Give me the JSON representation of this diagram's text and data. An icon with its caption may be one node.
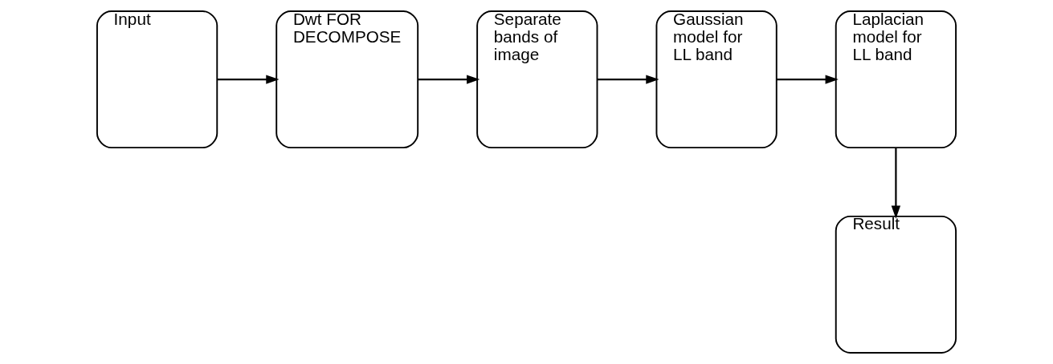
{
  "diagram": {
    "nodes": [
      {
        "text": [
          "Input"
        ]
      },
      {
        "text": [
          "Dwt FOR DECOMPOSE"
        ]
      },
      {
        "text": [
          "Separate bands of image"
        ]
      },
      {
        "text": [
          "Gaussian model for LL band"
        ]
      },
      {
        "text": [
          "Laplacian model for LL band"
        ]
      },
      {
        "text": [
          "Result"
        ]
      }
    ],
    "edges": [
      {
        "from": 0,
        "to": 1,
        "arrow": "to"
      },
      {
        "from": 1,
        "to": 2,
        "arrow": "to"
      },
      {
        "from": 2,
        "to": 3,
        "arrow": "to"
      },
      {
        "from": 3,
        "to": 4,
        "arrow": "to"
      },
      {
        "from": 4,
        "to": 5,
        "arrow": "to"
      }
    ]
  }
}
